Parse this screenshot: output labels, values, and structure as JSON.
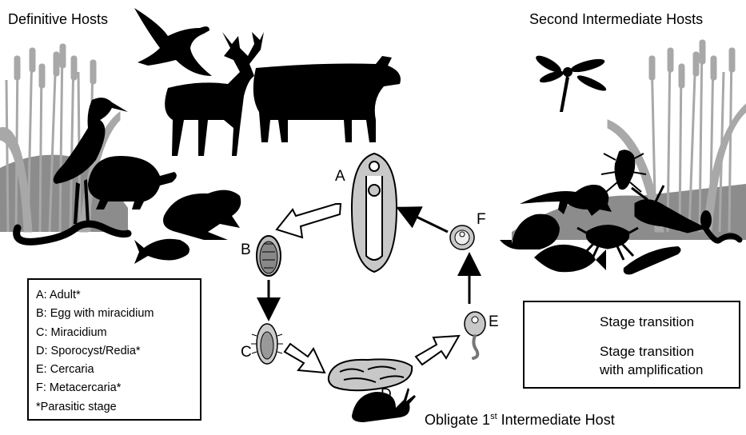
{
  "titles": {
    "definitive": "Definitive Hosts",
    "second_intermediate": "Second Intermediate Hosts",
    "first_intermediate_pre": "Obligate 1",
    "first_intermediate_sup": "st",
    "first_intermediate_post": " Intermediate Host"
  },
  "stages": {
    "A": "A",
    "B": "B",
    "C": "C",
    "D": "D",
    "E": "E",
    "F": "F"
  },
  "legend": [
    "A: Adult*",
    "B: Egg with miracidium",
    "C: Miracidium",
    "D: Sporocyst/Redia*",
    "E: Cercaria",
    "F: Metacercaria*",
    "*Parasitic stage"
  ],
  "key": {
    "transition": "Stage transition",
    "amplification_line1": "Stage transition",
    "amplification_line2": "with amplification"
  },
  "colors": {
    "silhouette": "#000000",
    "reeds": "#a8a8a8",
    "ground": "#8c8c8c",
    "parasite_fill": "#c8c8c8"
  }
}
